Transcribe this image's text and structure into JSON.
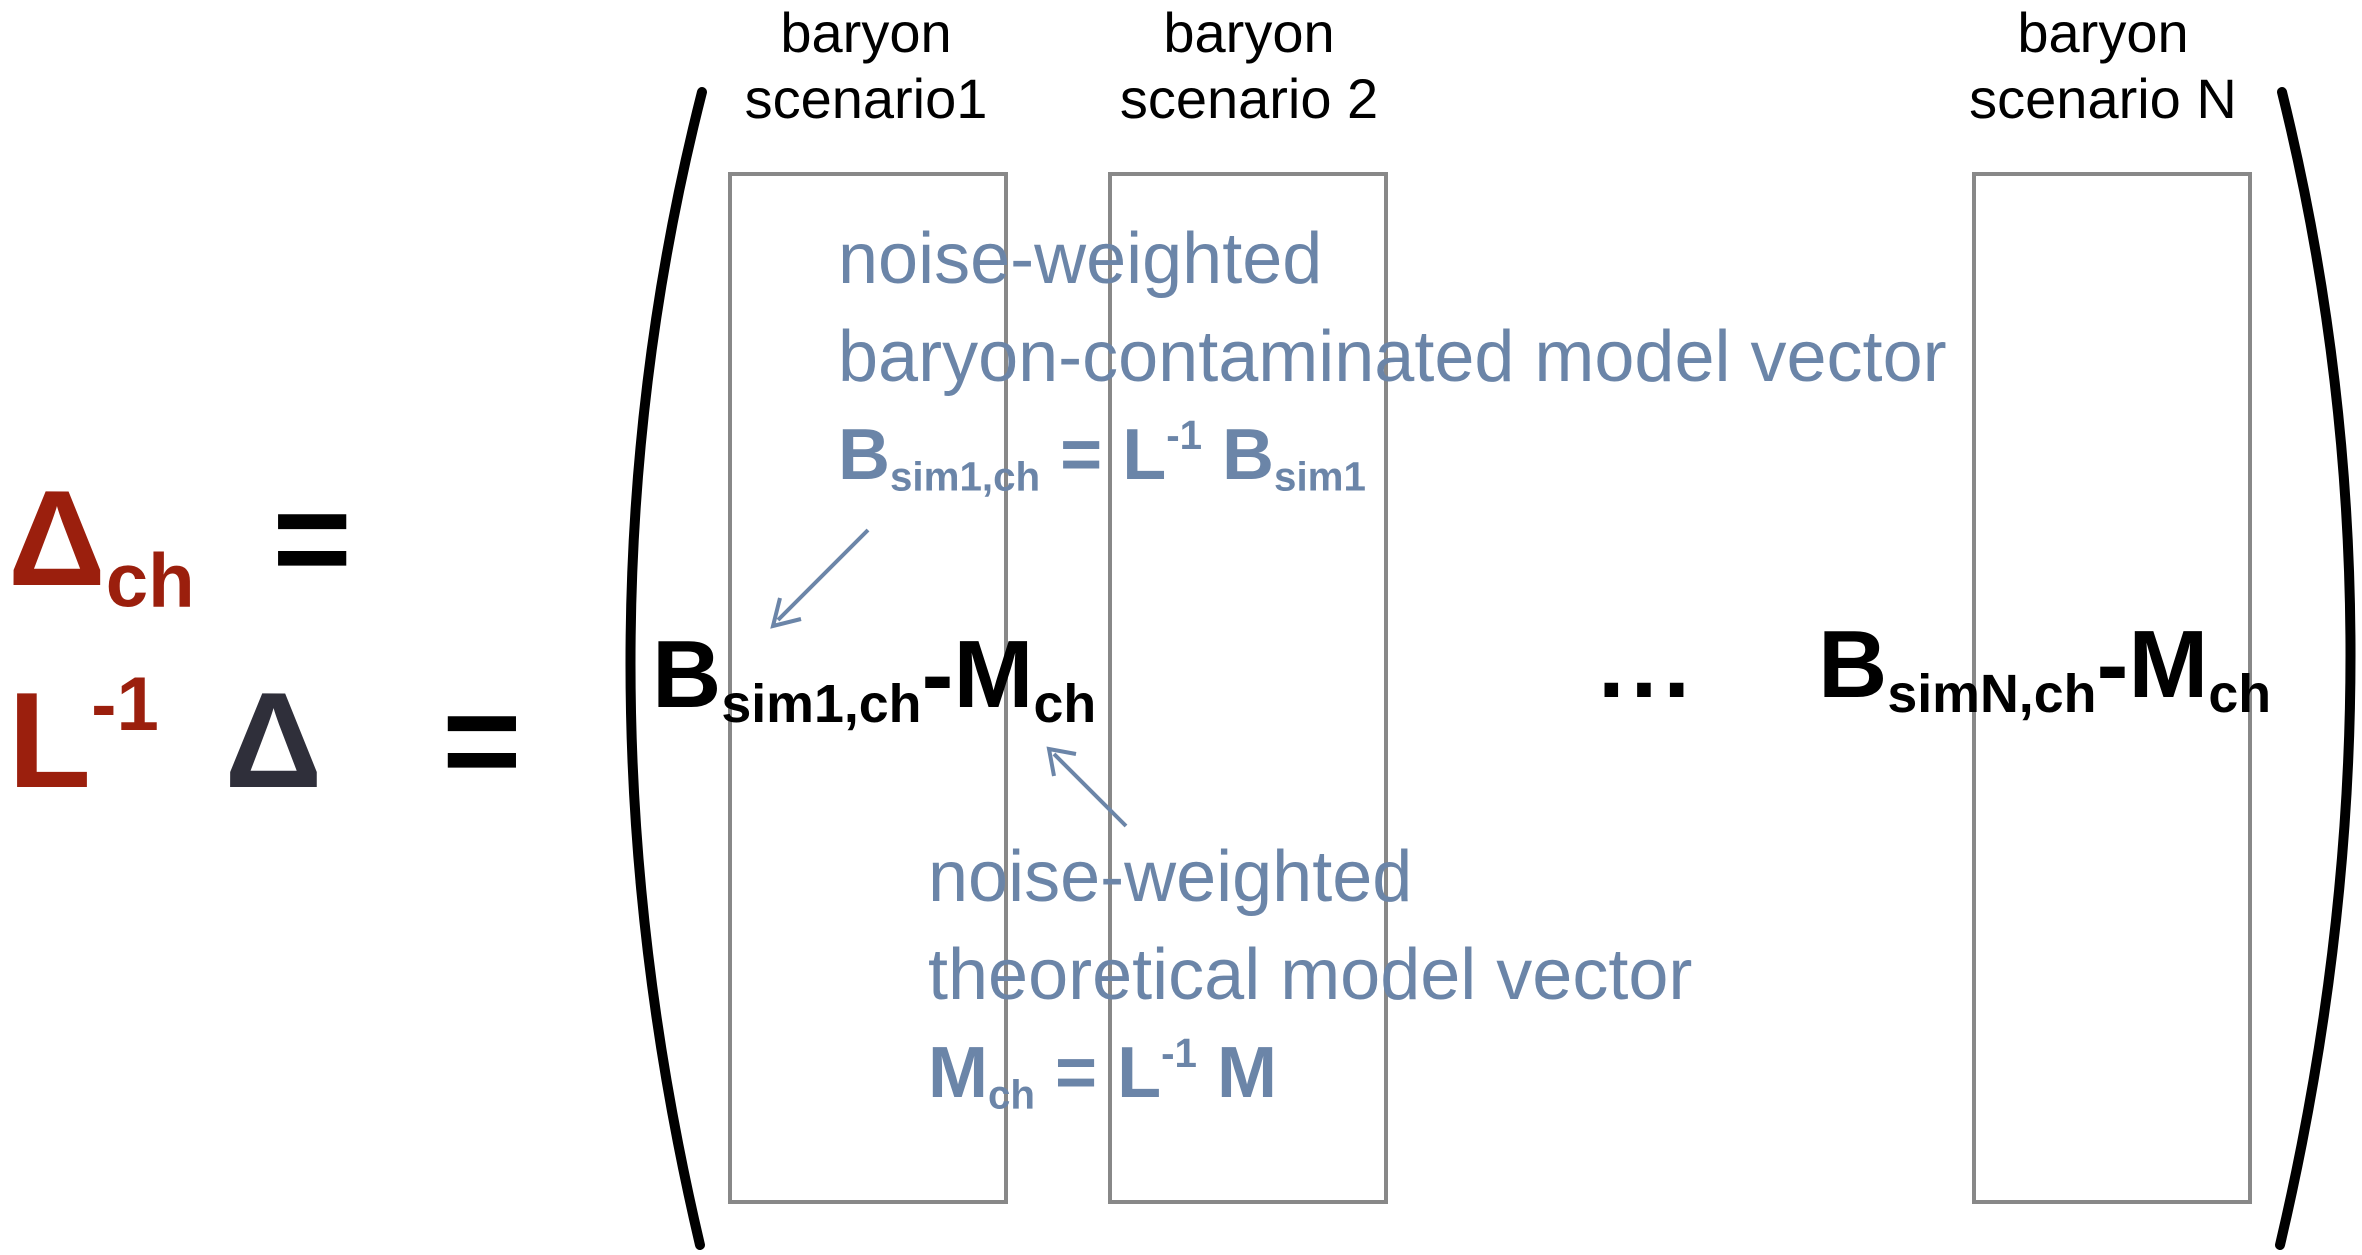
{
  "column_labels": [
    {
      "line1": "baryon",
      "line2": "scenario1"
    },
    {
      "line1": "baryon",
      "line2": "scenario 2"
    },
    {
      "line1": "baryon",
      "line2": "scenario N"
    }
  ],
  "lhs": {
    "line1": {
      "symbol": "Δ",
      "sub": "ch",
      "equals": "="
    },
    "line2": {
      "base": "L",
      "sup": "-1",
      "symbol": "Δ",
      "equals": "="
    }
  },
  "annotation_top": {
    "line1": "noise-weighted",
    "line2": "baryon-contaminated model vector",
    "eq_B": "B",
    "eq_B_sub": "sim1,ch",
    "eq_mid": " = L",
    "eq_sup": "-1",
    "eq_B2": " B",
    "eq_B2_sub": "sim1"
  },
  "annotation_bottom": {
    "line1": "noise-weighted",
    "line2": "theoretical model vector",
    "eq_M": "M",
    "eq_M_sub": "ch",
    "eq_mid": " = L",
    "eq_sup": "-1",
    "eq_tail": " M"
  },
  "entry_1": {
    "B": "B",
    "B_sub": "sim1,ch",
    "minus": "-M",
    "M_sub": "ch"
  },
  "ellipsis": "...",
  "entry_N": {
    "B": "B",
    "B_sub": "simN,ch",
    "minus": "-M",
    "M_sub": "ch"
  },
  "colors": {
    "red": "#9b1f0d",
    "annotation": "#6b85a8",
    "box": "#888888",
    "ink": "#000000"
  }
}
